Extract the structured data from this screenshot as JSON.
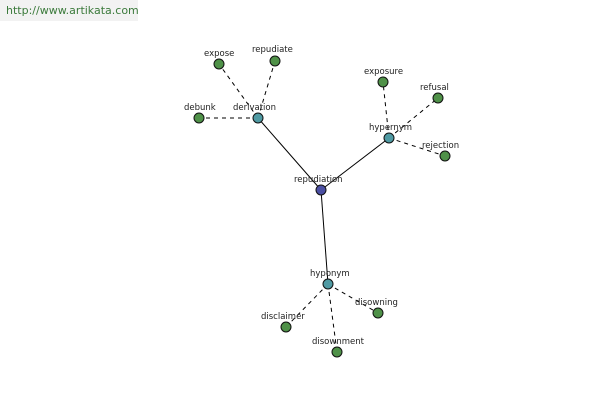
{
  "watermark": "http://www.artikata.com",
  "colors": {
    "center": "#4b4fa3",
    "relation": "#4f9aa3",
    "leaf": "#4f9148"
  },
  "graph": {
    "center": "repudiation",
    "relations": [
      {
        "label": "derivation",
        "leaves": [
          "expose",
          "repudiate",
          "debunk"
        ]
      },
      {
        "label": "hypernym",
        "leaves": [
          "exposure",
          "refusal",
          "rejection"
        ]
      },
      {
        "label": "hyponym",
        "leaves": [
          "disclaimer",
          "disowning",
          "disownment"
        ]
      }
    ]
  }
}
